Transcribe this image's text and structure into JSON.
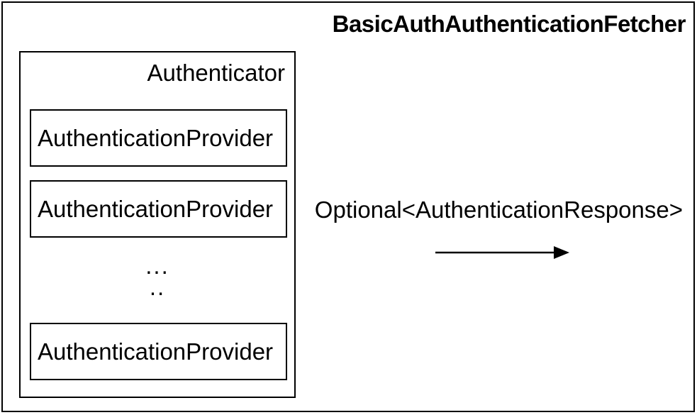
{
  "diagram": {
    "title": "BasicAuthAuthenticationFetcher",
    "authenticator": {
      "label": "Authenticator",
      "providers": [
        "AuthenticationProvider",
        "AuthenticationProvider",
        "AuthenticationProvider"
      ],
      "ellipsis": [
        "...",
        ".."
      ]
    },
    "output": {
      "label": "Optional<AuthenticationResponse>"
    },
    "colors": {
      "border": "#000000",
      "background": "#ffffff",
      "text": "#000000"
    }
  }
}
